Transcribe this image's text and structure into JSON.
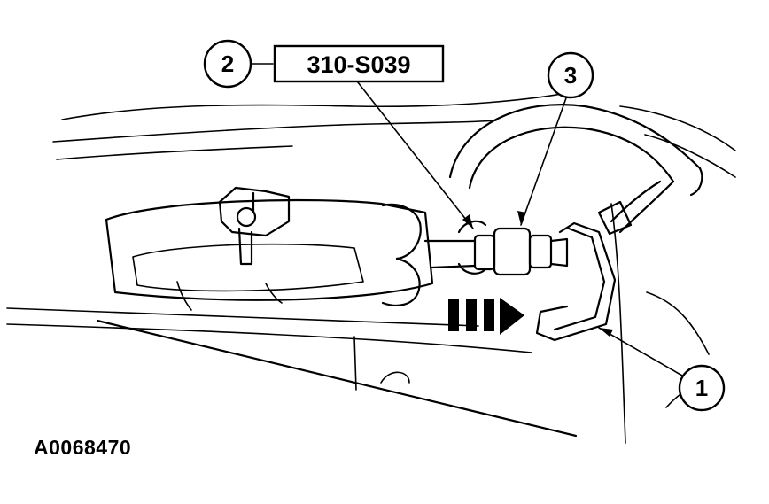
{
  "figure_id": "A0068470",
  "callouts": [
    {
      "number": "1"
    },
    {
      "number": "2",
      "tool_label": "310-S039"
    },
    {
      "number": "3"
    }
  ]
}
